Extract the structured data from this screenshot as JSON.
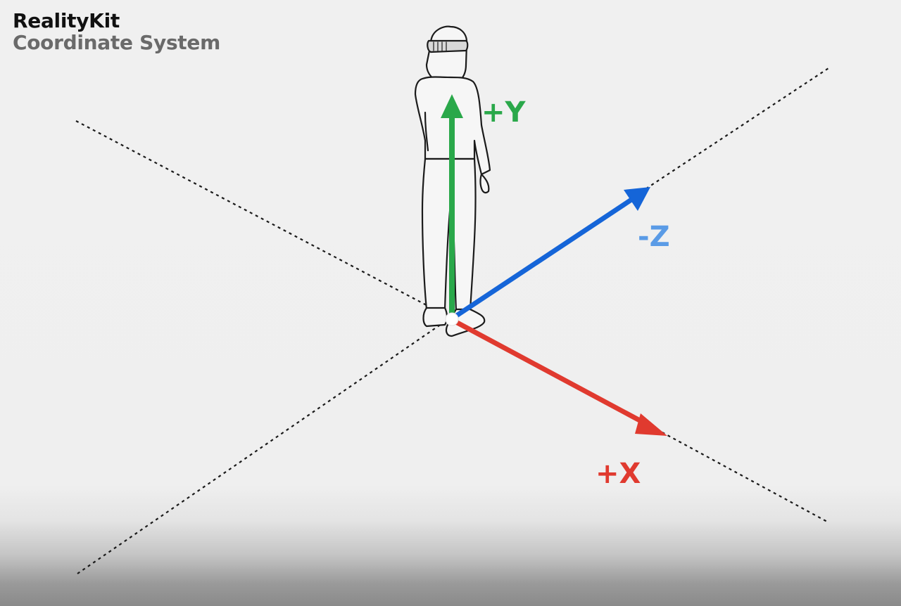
{
  "title": "RealityKit",
  "subtitle": "Coordinate System",
  "axes": [
    {
      "label": "+Y",
      "color": "#2aa84a"
    },
    {
      "label": "-Z",
      "color": "#1565d8",
      "label_color": "#5a9be6"
    },
    {
      "label": "+X",
      "color": "#e03a2f"
    }
  ],
  "figure": "person-wearing-headset-icon"
}
